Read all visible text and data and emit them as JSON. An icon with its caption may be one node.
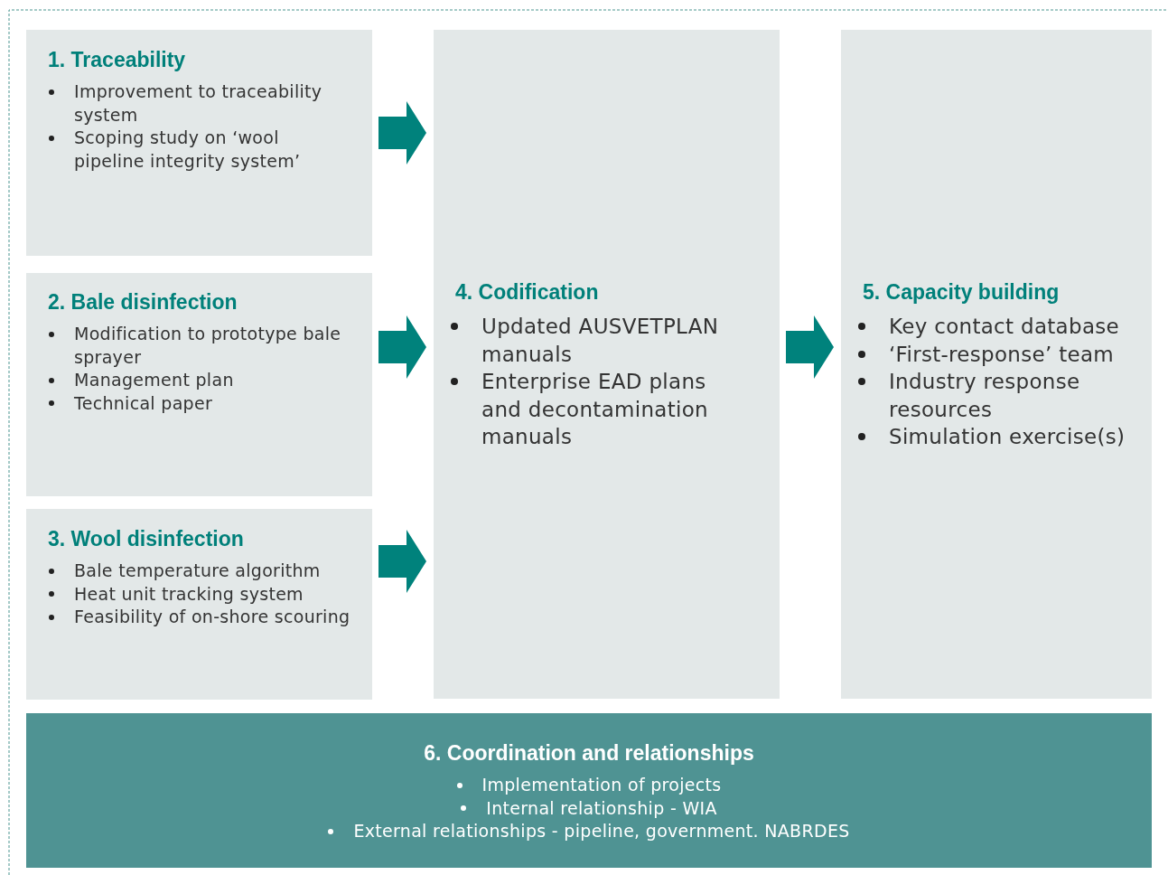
{
  "diagram": {
    "nodes": [
      {
        "text": [
          "1. Traceability",
          "Improvement to traceability system",
          "Scoping study on ‘wool pipeline integrity system’"
        ]
      },
      {
        "text": [
          "2. Bale disinfection",
          "Modification to prototype bale sprayer",
          "Management plan",
          "Technical paper"
        ]
      },
      {
        "text": [
          "3. Wool disinfection",
          "Bale temperature algorithm",
          "Heat unit tracking system",
          "Feasibility of on-shore scouring"
        ]
      },
      {
        "text": [
          "4. Codification",
          "Updated AUSVETPLAN manuals",
          "Enterprise EAD plans and decontamination manuals"
        ]
      },
      {
        "text": [
          "5. Capacity building",
          "Key contact database",
          "‘First-response’ team",
          "Industry response resources",
          "Simulation exercise(s)"
        ]
      },
      {
        "text": [
          "6. Coordination and relationships",
          "Implementation of projects",
          "Internal relationship - WIA",
          "External relationships - pipeline, government. NABRDES"
        ]
      }
    ],
    "edges": [
      {
        "from": 0,
        "to": 3,
        "arrow": "to"
      },
      {
        "from": 1,
        "to": 3,
        "arrow": "to"
      },
      {
        "from": 2,
        "to": 3,
        "arrow": "to"
      },
      {
        "from": 3,
        "to": 4,
        "arrow": "to"
      }
    ]
  }
}
